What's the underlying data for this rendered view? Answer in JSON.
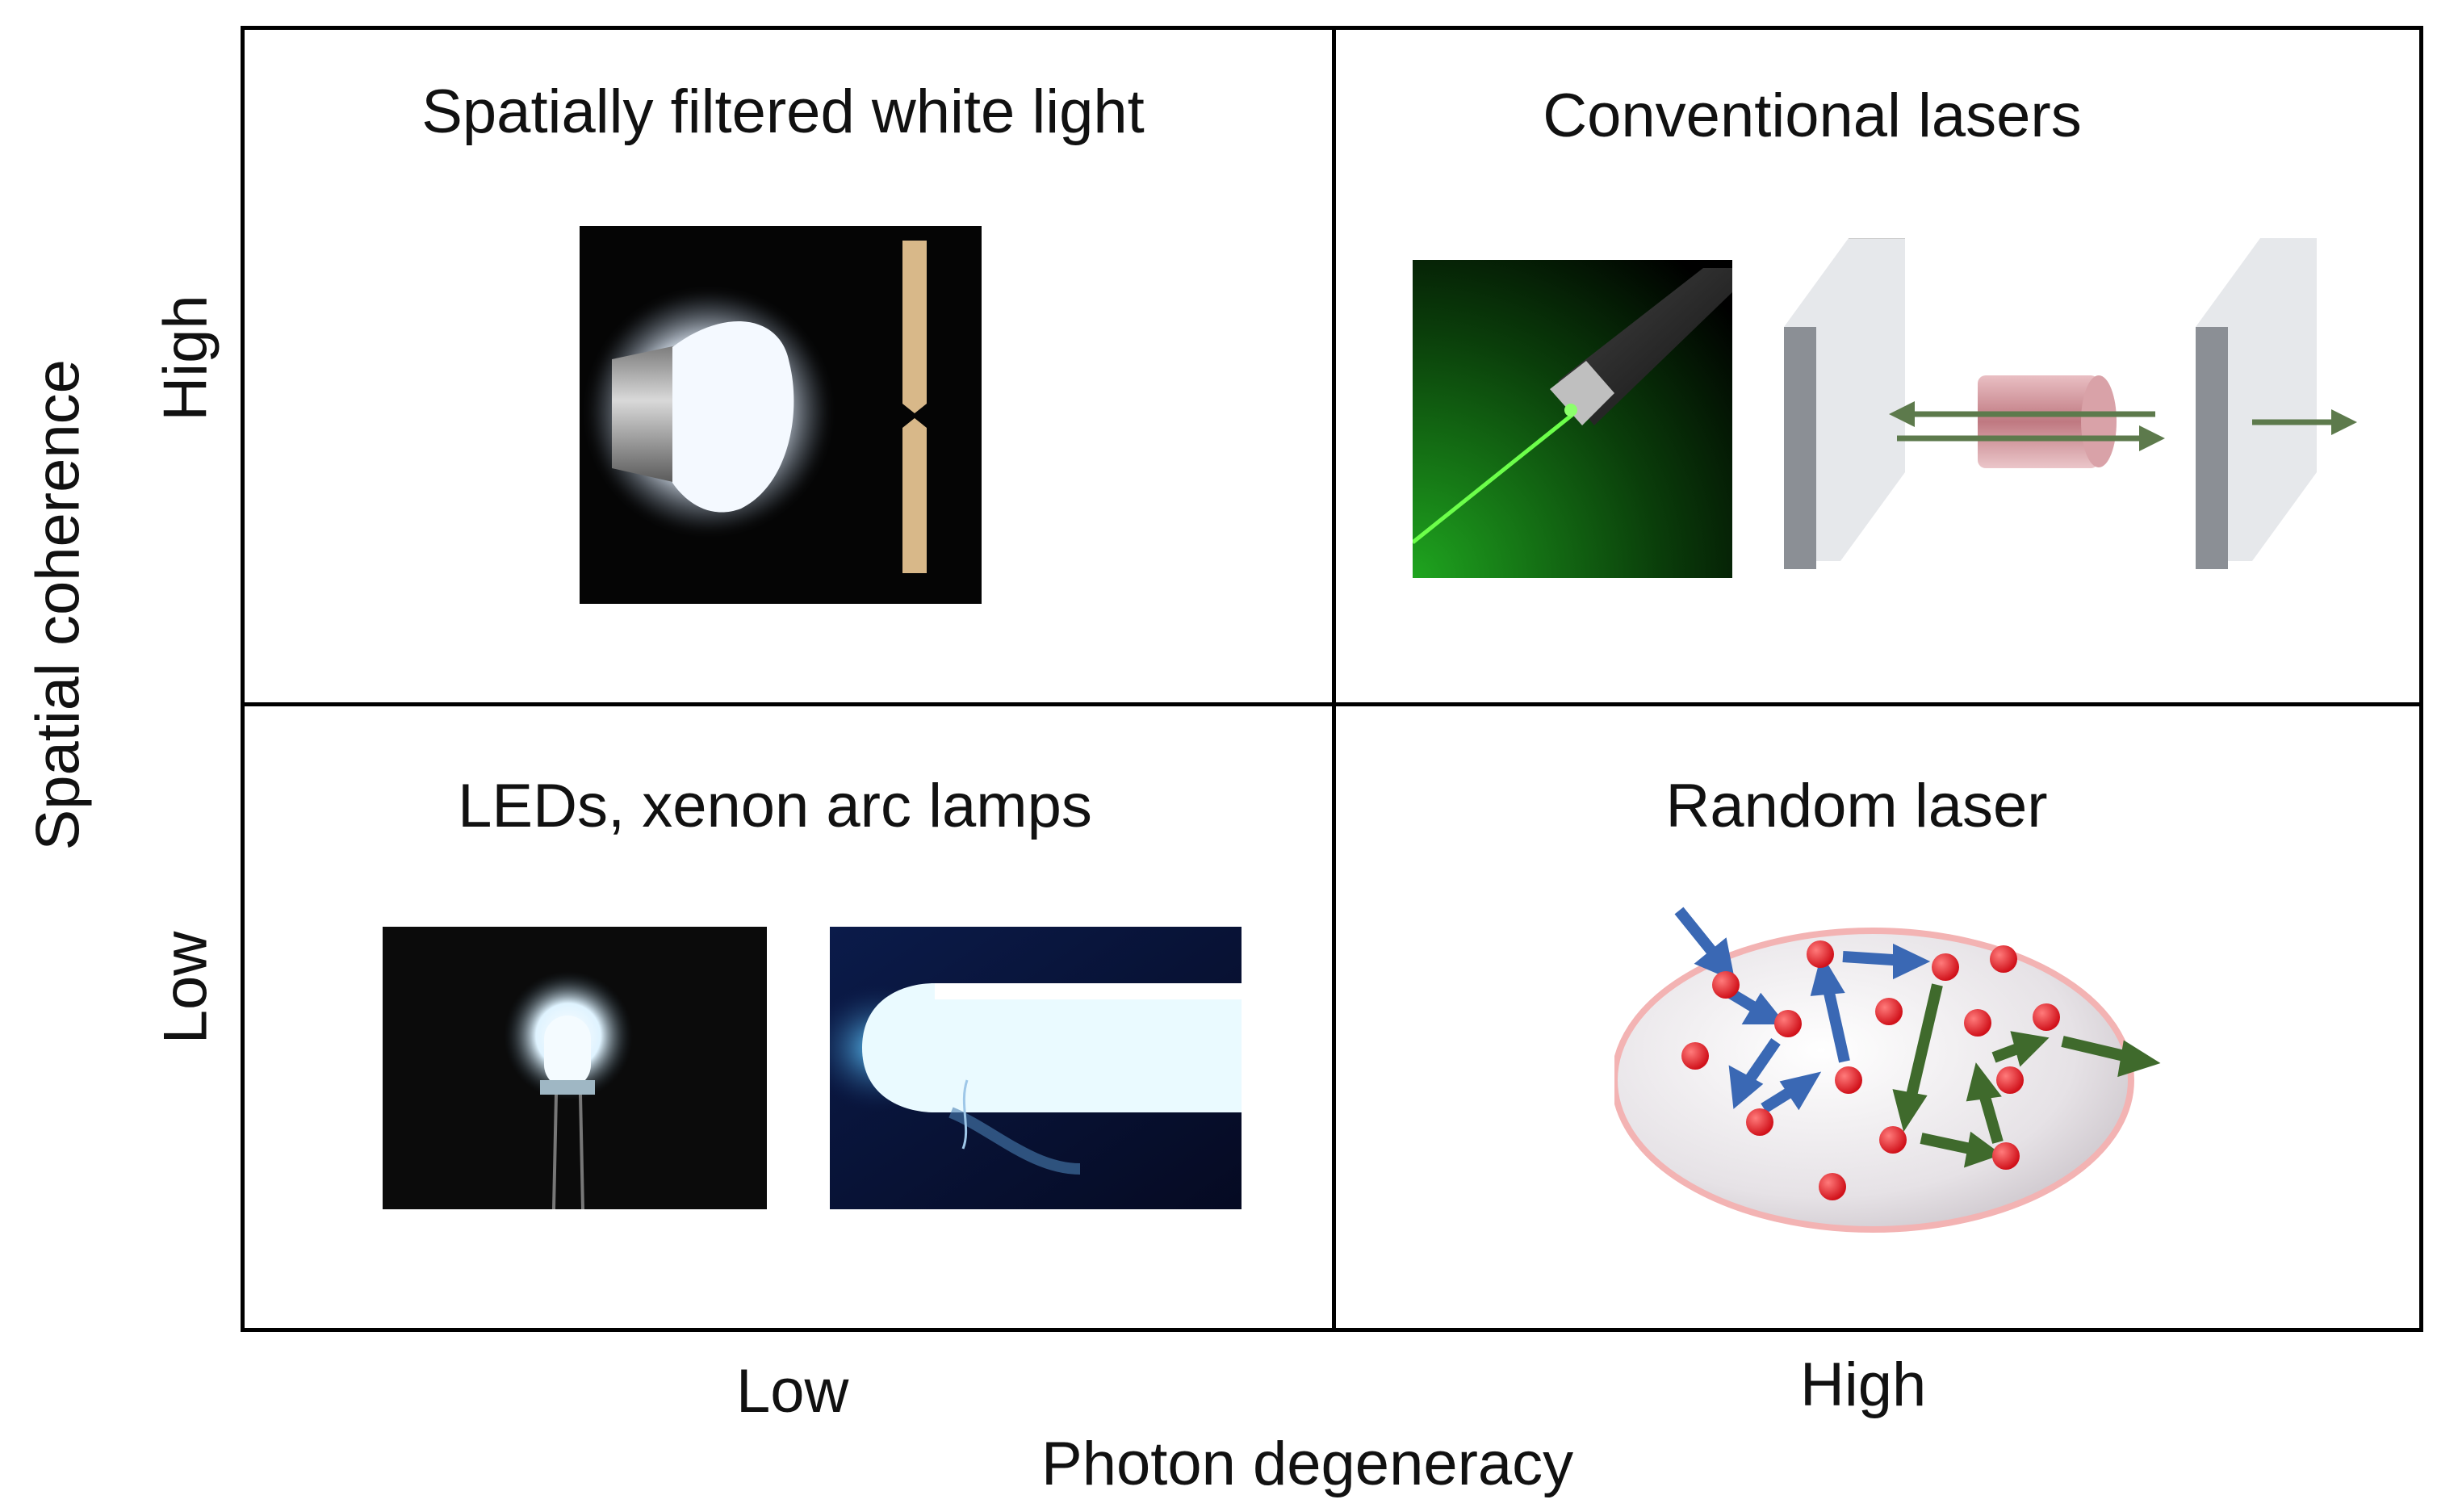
{
  "quadrants": {
    "top_left_title": "Spatially filtered white light",
    "top_right_title": "Conventional lasers",
    "bottom_left_title": "LEDs, xenon arc lamps",
    "bottom_right_title": "Random laser"
  },
  "x_axis": {
    "label": "Photon degeneracy",
    "low": "Low",
    "high": "High"
  },
  "y_axis": {
    "label": "Spatial coherence",
    "high": "High",
    "low": "Low"
  },
  "colors": {
    "border": "#000000",
    "laser_green": "#2fd12f",
    "arrow_green": "#5d7a4c",
    "arrow_blue": "#3a68b4",
    "scatterer_red": "#e3161e",
    "gain_cylinder": "#c46a72"
  },
  "icons": [
    "bulb-with-pinhole",
    "green-laser-pointer",
    "laser-cavity-mirrors",
    "led",
    "xenon-arc-lamp",
    "random-laser-ellipse"
  ]
}
